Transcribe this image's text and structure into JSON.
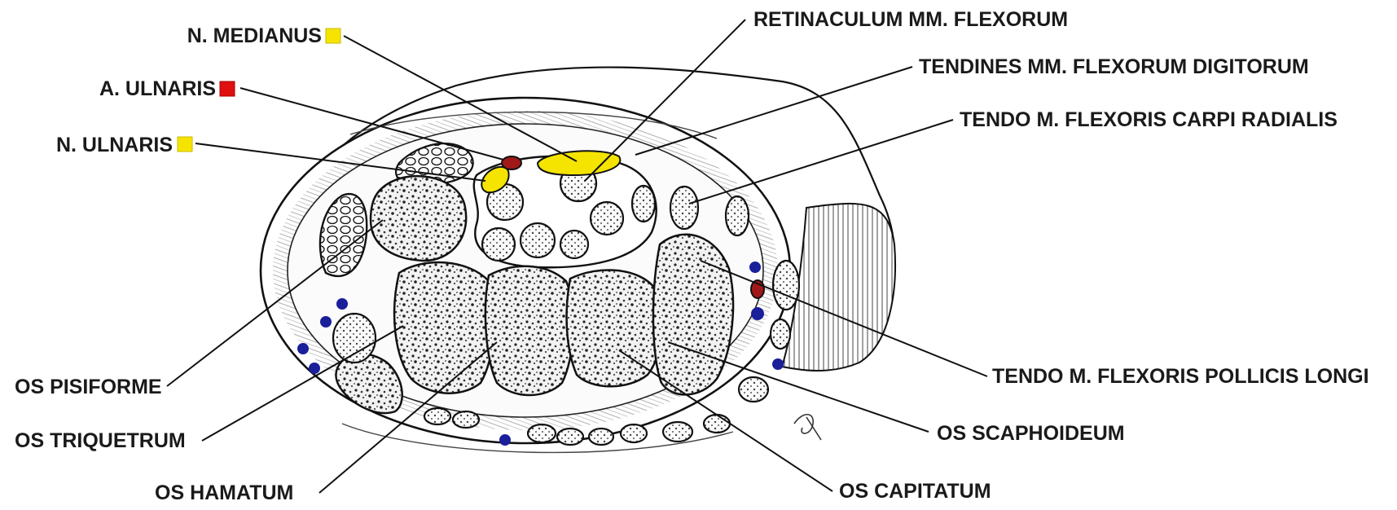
{
  "labels": {
    "n_medianus": "N. MEDIANUS",
    "a_ulnaris": "A. ULNARIS",
    "n_ulnaris": "N. ULNARIS",
    "retinaculum": "RETINACULUM MM. FLEXORUM",
    "tendines_digitorum": "TENDINES MM. FLEXORUM DIGITORUM",
    "tendo_carpi_radialis": "TENDO M. FLEXORIS CARPI RADIALIS",
    "tendo_pollicis_longi": "TENDO M. FLEXORIS POLLICIS LONGI",
    "os_scaphoideum": "OS SCAPHOIDEUM",
    "os_capitatum": "OS CAPITATUM",
    "os_hamatum": "OS HAMATUM",
    "os_triquetrum": "OS TRIQUETRUM",
    "os_pisiforme": "OS PISIFORME"
  },
  "legend_colors": {
    "nerve": "#f5e400",
    "artery": "#e01010",
    "artery_in_drawing": "#a01818",
    "vein": "#1a1f9a"
  }
}
